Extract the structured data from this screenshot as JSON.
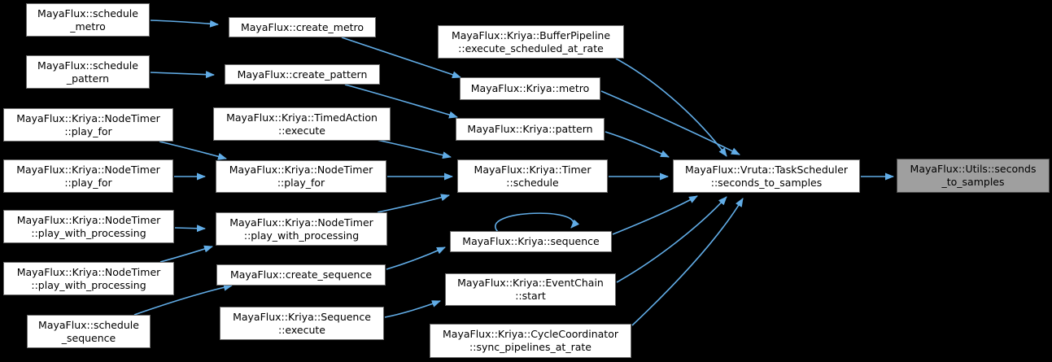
{
  "diagram": {
    "type": "call-graph",
    "background_color": "#000000",
    "edge_color": "#61ace6",
    "node_fill": "#ffffff",
    "node_border": "#6e6e6e",
    "node_text_color": "#000000",
    "highlight_node_fill": "#9f9f9f",
    "highlight_node_border": "#4a4a4a"
  },
  "nodes": [
    {
      "id": "schedule_metro",
      "line1": "MayaFlux::schedule",
      "line2": "_metro"
    },
    {
      "id": "create_metro",
      "line1": "MayaFlux::create_metro",
      "line2": ""
    },
    {
      "id": "schedule_pattern",
      "line1": "MayaFlux::schedule",
      "line2": "_pattern"
    },
    {
      "id": "create_pattern",
      "line1": "MayaFlux::create_pattern",
      "line2": ""
    },
    {
      "id": "nodetimer_play_for_a",
      "line1": "MayaFlux::Kriya::NodeTimer",
      "line2": "::play_for"
    },
    {
      "id": "nodetimer_play_for_b",
      "line1": "MayaFlux::Kriya::NodeTimer",
      "line2": "::play_for"
    },
    {
      "id": "nodetimer_pwp_a",
      "line1": "MayaFlux::Kriya::NodeTimer",
      "line2": "::play_with_processing"
    },
    {
      "id": "nodetimer_pwp_b",
      "line1": "MayaFlux::Kriya::NodeTimer",
      "line2": "::play_with_processing"
    },
    {
      "id": "schedule_sequence",
      "line1": "MayaFlux::schedule",
      "line2": "_sequence"
    },
    {
      "id": "timedaction_execute",
      "line1": "MayaFlux::Kriya::TimedAction",
      "line2": "::execute"
    },
    {
      "id": "nodetimer_play_for_mid",
      "line1": "MayaFlux::Kriya::NodeTimer",
      "line2": "::play_for"
    },
    {
      "id": "nodetimer_pwp_mid",
      "line1": "MayaFlux::Kriya::NodeTimer",
      "line2": "::play_with_processing"
    },
    {
      "id": "create_sequence",
      "line1": "MayaFlux::create_sequence",
      "line2": ""
    },
    {
      "id": "sequence_execute",
      "line1": "MayaFlux::Kriya::Sequence",
      "line2": "::execute"
    },
    {
      "id": "buffer_pipeline",
      "line1": "MayaFlux::Kriya::BufferPipeline",
      "line2": "::execute_scheduled_at_rate"
    },
    {
      "id": "kriya_metro",
      "line1": "MayaFlux::Kriya::metro",
      "line2": ""
    },
    {
      "id": "kriya_pattern",
      "line1": "MayaFlux::Kriya::pattern",
      "line2": ""
    },
    {
      "id": "timer_schedule",
      "line1": "MayaFlux::Kriya::Timer",
      "line2": "::schedule"
    },
    {
      "id": "kriya_sequence",
      "line1": "MayaFlux::Kriya::sequence",
      "line2": ""
    },
    {
      "id": "eventchain_start",
      "line1": "MayaFlux::Kriya::EventChain",
      "line2": "::start"
    },
    {
      "id": "cycle_coordinator",
      "line1": "MayaFlux::Kriya::CycleCoordinator",
      "line2": "::sync_pipelines_at_rate"
    },
    {
      "id": "task_scheduler",
      "line1": "MayaFlux::Vruta::TaskScheduler",
      "line2": "::seconds_to_samples"
    },
    {
      "id": "utils_seconds",
      "line1": "MayaFlux::Utils::seconds",
      "line2": "_to_samples"
    }
  ],
  "edges": [
    {
      "from": "schedule_metro",
      "to": "create_metro"
    },
    {
      "from": "schedule_pattern",
      "to": "create_pattern"
    },
    {
      "from": "nodetimer_play_for_a",
      "to": "nodetimer_play_for_mid"
    },
    {
      "from": "nodetimer_play_for_b",
      "to": "nodetimer_play_for_mid"
    },
    {
      "from": "nodetimer_pwp_a",
      "to": "nodetimer_pwp_mid"
    },
    {
      "from": "nodetimer_pwp_b",
      "to": "nodetimer_pwp_mid"
    },
    {
      "from": "schedule_sequence",
      "to": "create_sequence"
    },
    {
      "from": "create_metro",
      "to": "kriya_metro"
    },
    {
      "from": "create_pattern",
      "to": "kriya_pattern"
    },
    {
      "from": "timedaction_execute",
      "to": "timer_schedule"
    },
    {
      "from": "nodetimer_play_for_mid",
      "to": "timer_schedule"
    },
    {
      "from": "nodetimer_pwp_mid",
      "to": "timer_schedule"
    },
    {
      "from": "create_sequence",
      "to": "kriya_sequence"
    },
    {
      "from": "sequence_execute",
      "to": "eventchain_start"
    },
    {
      "from": "kriya_sequence",
      "to": "kriya_sequence"
    },
    {
      "from": "buffer_pipeline",
      "to": "task_scheduler"
    },
    {
      "from": "kriya_metro",
      "to": "task_scheduler"
    },
    {
      "from": "kriya_pattern",
      "to": "task_scheduler"
    },
    {
      "from": "timer_schedule",
      "to": "task_scheduler"
    },
    {
      "from": "kriya_sequence",
      "to": "task_scheduler"
    },
    {
      "from": "eventchain_start",
      "to": "task_scheduler"
    },
    {
      "from": "cycle_coordinator",
      "to": "task_scheduler"
    },
    {
      "from": "task_scheduler",
      "to": "utils_seconds"
    }
  ]
}
